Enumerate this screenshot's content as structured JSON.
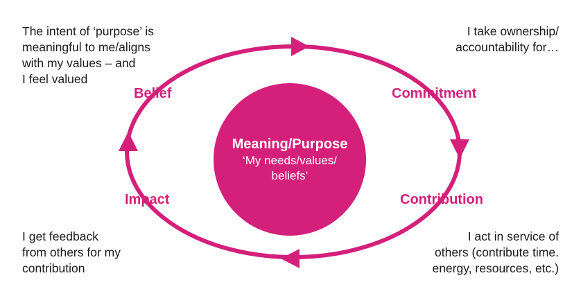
{
  "colors": {
    "accent": "#d4207a",
    "text": "#1a1a1a",
    "background": "#ffffff"
  },
  "center": {
    "title": "Meaning/Purpose",
    "subtitle_lines": [
      "‘My needs/values/",
      "beliefs’"
    ]
  },
  "stages": {
    "belief": "Belief",
    "commitment": "Commitment",
    "contribution": "Contribution",
    "impact": "Impact"
  },
  "notes": {
    "top_left": [
      "The intent of ‘purpose’ is",
      "meaningful to me/aligns",
      "with my values – and",
      "I feel valued"
    ],
    "top_right": [
      "I take ownership/",
      "accountability for…"
    ],
    "bottom_left": [
      "I get feedback",
      "from others for my",
      "contribution"
    ],
    "bottom_right": [
      "I act in service of",
      "others (contribute time.",
      "energy, resources, etc.)"
    ]
  },
  "arrows": {
    "top": "right-arrow-icon",
    "right": "down-arrow-icon",
    "bottom": "left-arrow-icon",
    "left": "up-arrow-icon"
  }
}
